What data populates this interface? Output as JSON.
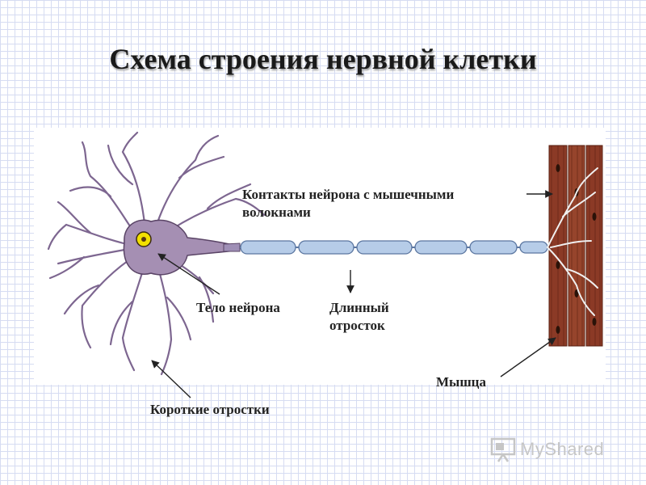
{
  "title": "Схема строения нервной клетки",
  "labels": {
    "contacts": "Контакты нейрона с мышечными\nволокнами",
    "body": "Тело нейрона",
    "long_process": "Длинный\nотросток",
    "muscle": "Мышца",
    "short_processes": "Короткие отростки"
  },
  "watermark": "MyShared",
  "colors": {
    "neuron": "#9c86a8",
    "neuron_outline": "#5a4466",
    "nucleus": "#f2e000",
    "axon_fill": "#aac4e4",
    "axon_outline": "#5b76a0",
    "muscle": "#8b3a26",
    "muscle_dark": "#5a2012"
  }
}
